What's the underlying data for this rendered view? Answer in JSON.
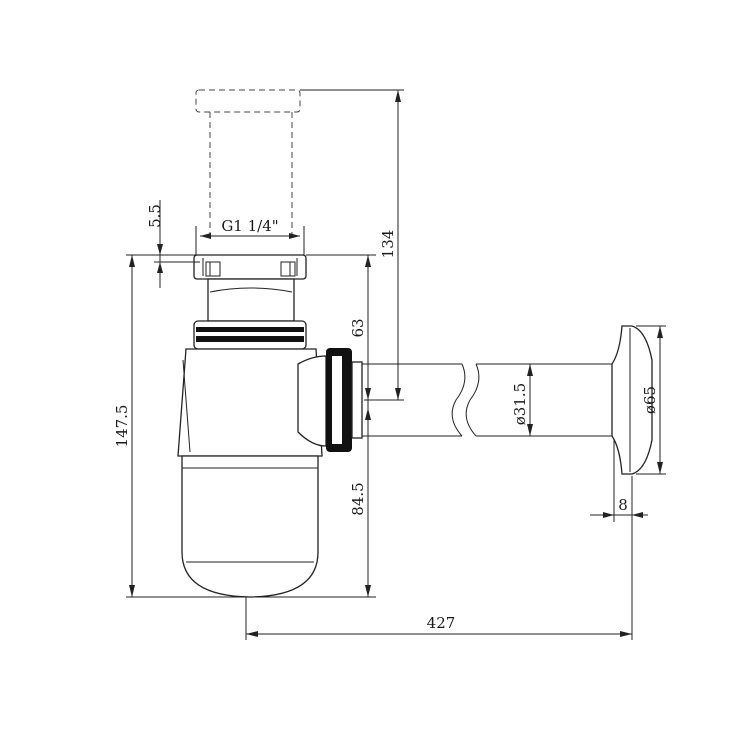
{
  "drawing": {
    "dimensions": {
      "thread": "G1 1/4\"",
      "flange_thickness": "5.5",
      "inlet_height": "134",
      "trap_height": "147.5",
      "outlet_offset": "63",
      "bottom_to_outlet": "84.5",
      "pipe_diameter": "ø31.5",
      "rosette_diameter": "ø65",
      "rosette_depth": "8",
      "total_length": "427"
    }
  }
}
